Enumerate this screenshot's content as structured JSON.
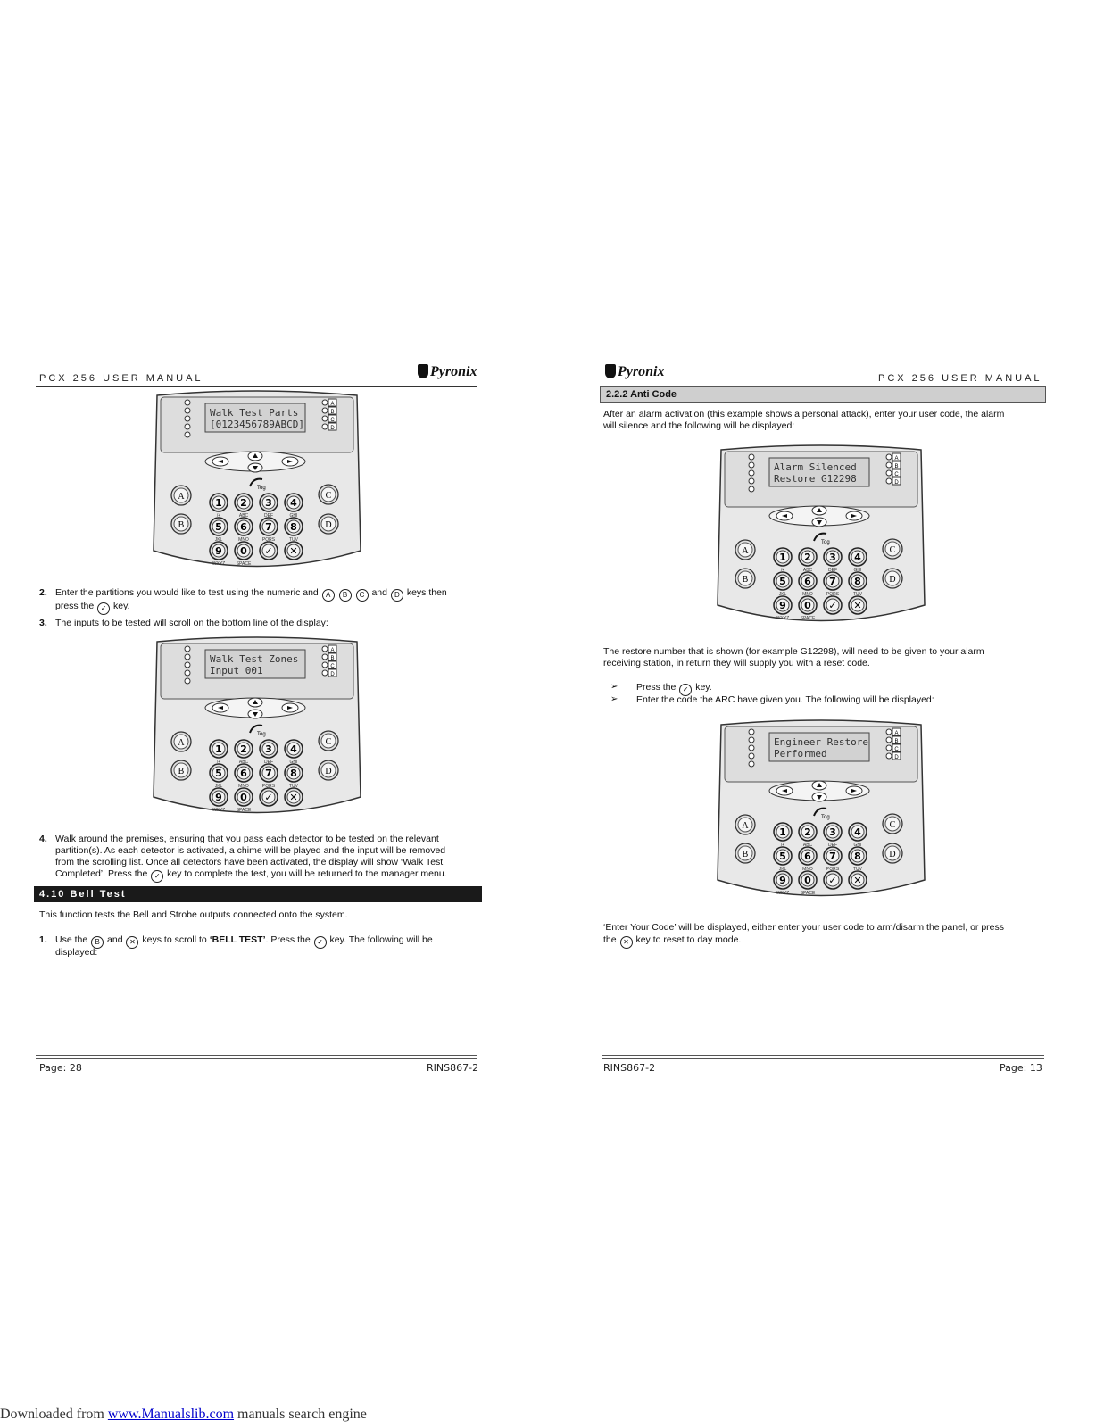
{
  "left": {
    "header": "PCX 256 USER MANUAL",
    "logo": "Pyronix",
    "keypad1": {
      "line1": "Walk Test Parts",
      "line2": "[0123456789ABCD]"
    },
    "step2_num": "2.",
    "step2_a": "Enter the partitions you would like to test using the numeric and",
    "step2_b": "keys then",
    "step2_c": "press the",
    "step2_d": "key.",
    "step2_and": "and",
    "step3_num": "3.",
    "step3": "The inputs to be tested will scroll on the bottom line of the display:",
    "keypad2": {
      "line1": "Walk Test Zones",
      "line2": "Input 001"
    },
    "step4_num": "4.",
    "step4_l1": "Walk around the premises, ensuring that you pass each detector to be tested on the relevant",
    "step4_l2": "partition(s). As each detector is activated, a chime will be played and the input will be removed",
    "step4_l3": "from the scrolling list. Once all detectors have been activated, the display will show ‘Walk Test",
    "step4_l4a": "Completed’. Press the",
    "step4_l4b": "key to complete the test, you will be returned to the manager menu.",
    "section": "4.10 Bell Test",
    "bell_intro": "This function tests the Bell and Strobe outputs connected onto the system.",
    "step1_num": "1.",
    "step1_a": "Use the",
    "step1_and": "and",
    "step1_b": "keys to scroll to",
    "step1_bold": "‘BELL TEST’",
    "step1_c": ". Press the",
    "step1_d": "key. The following will be",
    "step1_e": "displayed:",
    "footer_left": "Page: 28",
    "footer_right": "RINS867-2"
  },
  "right": {
    "header": "PCX 256 USER MANUAL",
    "logo": "Pyronix",
    "section": "2.2.2 Anti Code",
    "intro_l1": "After an alarm activation (this example shows a personal attack), enter your user code, the alarm",
    "intro_l2": "will silence and the following will be displayed:",
    "keypad1": {
      "line1": "Alarm Silenced",
      "line2": "Restore  G12298"
    },
    "restore_l1": "The restore number that is shown (for example G12298), will need to be given to your alarm",
    "restore_l2": "receiving station, in return they will supply you with a reset code.",
    "bullet_sym": "➢",
    "b1_a": "Press the",
    "b1_b": "key.",
    "b2": "Enter the code the ARC have given you. The following will be displayed:",
    "keypad2": {
      "line1": "Engineer Restore",
      "line2": "Performed"
    },
    "end_l1": "‘Enter Your Code’ will be displayed, either enter your user code to arm/disarm the panel, or press",
    "end_l2a": "the",
    "end_l2b": "key to reset to day mode.",
    "footer_left": "RINS867-2",
    "footer_right": "Page: 13"
  },
  "keys": {
    "A": "A",
    "B": "B",
    "C": "C",
    "D": "D",
    "check": "✓",
    "cross": "✕",
    "digits": [
      "1",
      "2",
      "3",
      "4",
      "5",
      "6",
      "7",
      "8",
      "9",
      "0"
    ],
    "sublabels": [
      "/+",
      "ABC",
      "DEF",
      "GHI",
      "JKL",
      "MNO",
      "PQRS",
      "TUV",
      "WXYZ",
      "SPACE"
    ],
    "tog": "Tog",
    "part": [
      "A",
      "B",
      "C",
      "D"
    ]
  },
  "download": {
    "prefix": "Downloaded from ",
    "link": "www.Manualslib.com",
    "suffix": " manuals search engine"
  }
}
